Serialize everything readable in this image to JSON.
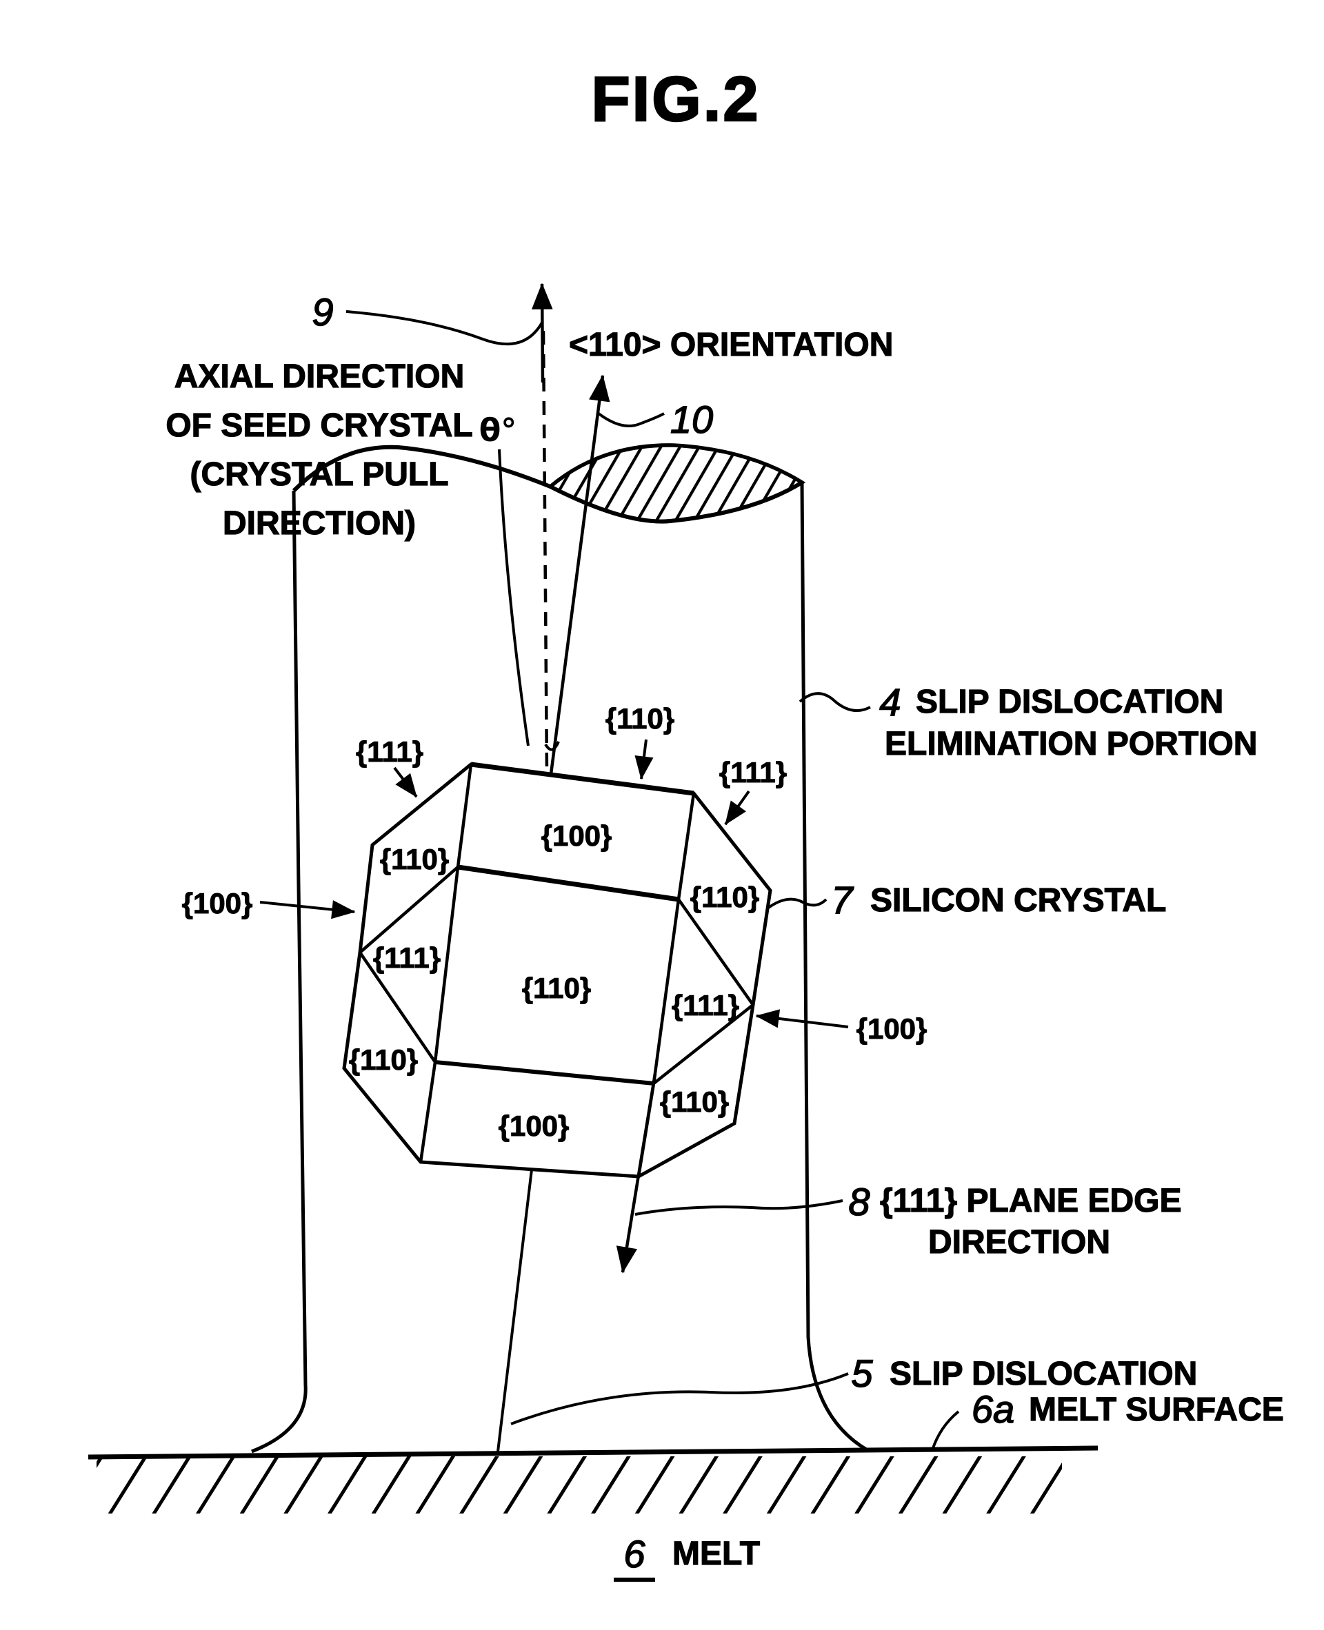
{
  "title": "FIG.2",
  "annotations": {
    "ref9": {
      "number": "9",
      "lines": [
        "AXIAL DIRECTION",
        "OF SEED CRYSTAL",
        "(CRYSTAL PULL",
        "DIRECTION)"
      ]
    },
    "orientation110": {
      "text": "<110> ORIENTATION"
    },
    "ref10": {
      "number": "10"
    },
    "theta": {
      "text": "θ°"
    },
    "ref4": {
      "number": "4",
      "lines": [
        "SLIP DISLOCATION",
        "ELIMINATION PORTION"
      ]
    },
    "ref7": {
      "number": "7",
      "text": "SILICON CRYSTAL"
    },
    "ref8": {
      "number": "8",
      "lines": [
        "{111} PLANE EDGE",
        "DIRECTION"
      ]
    },
    "ref5": {
      "number": "5",
      "text": "SLIP DISLOCATION"
    },
    "ref6a": {
      "number": "6a",
      "text": "MELT SURFACE"
    },
    "ref6": {
      "number": "6",
      "text": "MELT"
    }
  },
  "crystal_faces": {
    "pointer_top_110": "{110}",
    "pointer_nw_111": "{111}",
    "pointer_ne_111": "{111}",
    "face_top_100": "{100}",
    "face_nw_110": "{110}",
    "face_ne_110": "{110}",
    "face_w_111": "{111}",
    "face_center_110": "{110}",
    "face_e_111": "{111}",
    "face_sw_110": "{110}",
    "face_se_110": "{110}",
    "face_bottom_100": "{100}",
    "pointer_left_100": "{100}",
    "pointer_right_100": "{100}"
  },
  "colors": {
    "ink": "#000000",
    "paper": "#ffffff"
  }
}
